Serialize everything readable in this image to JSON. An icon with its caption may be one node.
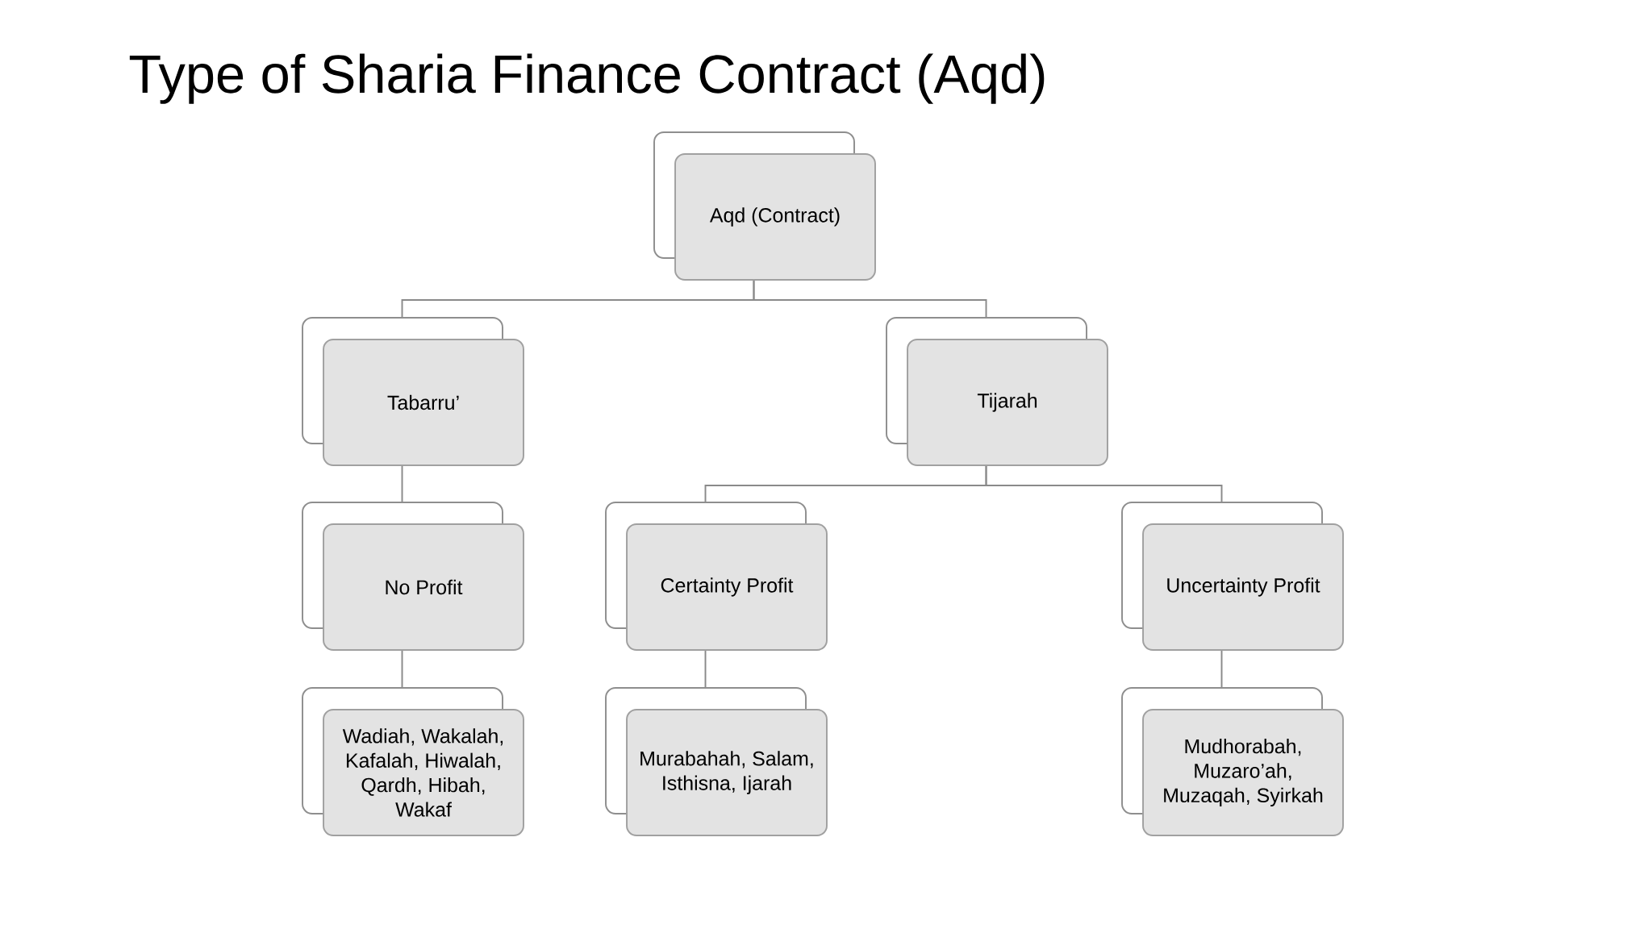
{
  "diagram": {
    "title": "Type of Sharia Finance Contract (Aqd)",
    "nodes": [
      {
        "text": [
          "Aqd (Contract)"
        ]
      },
      {
        "text": [
          "Tabarru’"
        ]
      },
      {
        "text": [
          "Tijarah"
        ]
      },
      {
        "text": [
          "No Profit"
        ]
      },
      {
        "text": [
          "Certainty Profit"
        ]
      },
      {
        "text": [
          "Uncertainty Profit"
        ]
      },
      {
        "text": [
          "Wadiah, Wakalah, Kafalah, Hiwalah, Qardh, Hibah, Wakaf"
        ]
      },
      {
        "text": [
          "Murabahah, Salam, Isthisna, Ijarah"
        ]
      },
      {
        "text": [
          "Mudhorabah, Muzaro’ah, Muzaqah, Syirkah"
        ]
      }
    ],
    "edges": [
      {
        "from": 0,
        "to": 1,
        "arrow": "none"
      },
      {
        "from": 0,
        "to": 2,
        "arrow": "none"
      },
      {
        "from": 1,
        "to": 3,
        "arrow": "none"
      },
      {
        "from": 2,
        "to": 4,
        "arrow": "none"
      },
      {
        "from": 2,
        "to": 5,
        "arrow": "none"
      },
      {
        "from": 3,
        "to": 6,
        "arrow": "none"
      },
      {
        "from": 4,
        "to": 7,
        "arrow": "none"
      },
      {
        "from": 5,
        "to": 8,
        "arrow": "none"
      }
    ]
  }
}
